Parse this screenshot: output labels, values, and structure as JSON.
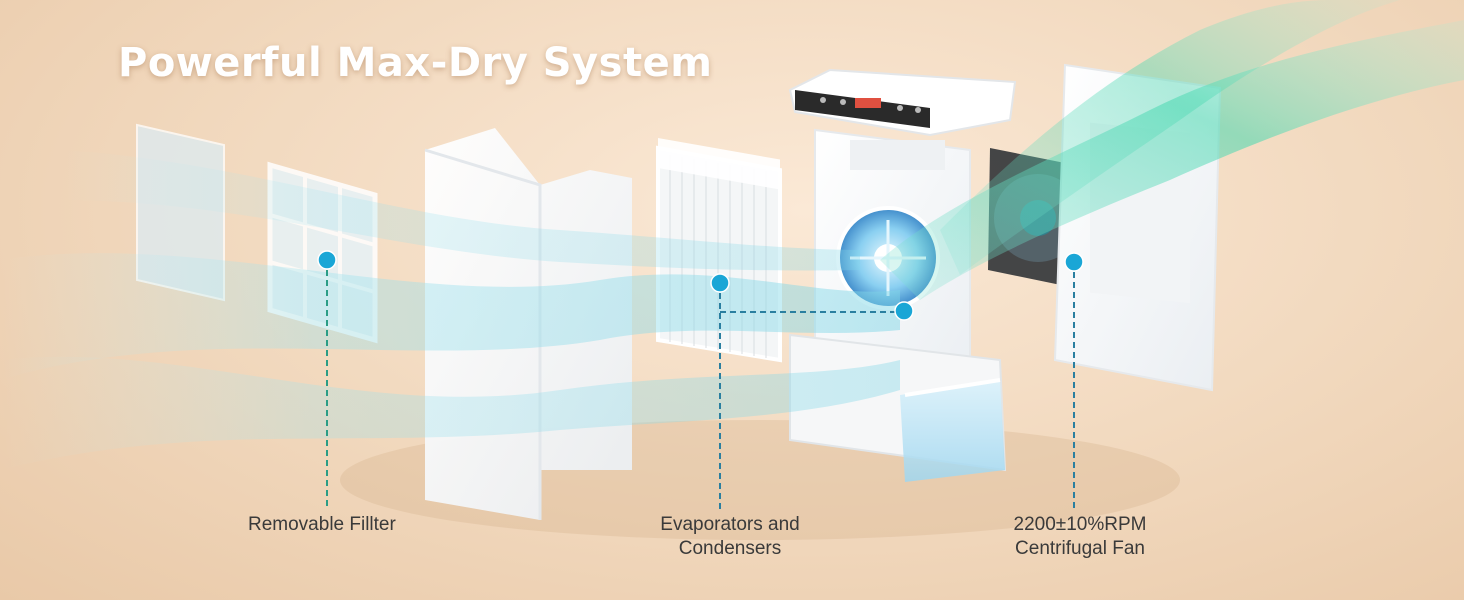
{
  "headline": "Powerful Max-Dry System",
  "callouts": [
    {
      "lines": [
        "Removable Fillter"
      ]
    },
    {
      "lines": [
        "Evaporators and",
        "Condensers"
      ]
    },
    {
      "lines": [
        "2200±10%RPM",
        "Centrifugal Fan"
      ]
    }
  ],
  "colors": {
    "background": "#f1d8bd",
    "marker": "#1aa6d6",
    "leader_line_filter": "#2a9d86",
    "leader_line_other": "#2a7fa0",
    "airflow": "#7fd6e6",
    "airflow_green": "#48d8b0"
  }
}
